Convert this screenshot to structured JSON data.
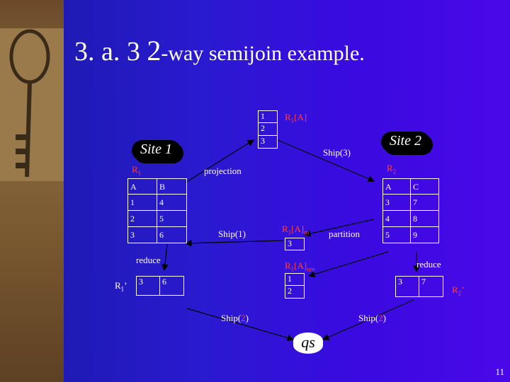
{
  "title": {
    "prefix": "3. a. 3 ",
    "big": "2",
    "rest": "-way semijoin example."
  },
  "site1": "Site 1",
  "site2": "Site 2",
  "r1_label": "R1",
  "r2_label": "R2",
  "r1_prime": "R1’",
  "r2_prime": "R2’",
  "projection_label": "projection",
  "partition_label": "partition",
  "reduce_left": "reduce",
  "reduce_right": "reduce",
  "r1a_label": "R1[A]",
  "r1am_label": "R1[A]m",
  "r1anm_label": "R1[A]nm",
  "ship3": "Ship(3)",
  "ship1": "Ship(1)",
  "ship2_left": "Ship(2)",
  "ship2_right": "Ship(2)",
  "qs": "qs",
  "page_number": "11",
  "r1_table": {
    "headers": [
      "A",
      "B"
    ],
    "rows": [
      [
        "1",
        "4"
      ],
      [
        "2",
        "5"
      ],
      [
        "3",
        "6"
      ]
    ]
  },
  "r2_table": {
    "headers": [
      "A",
      "C"
    ],
    "rows": [
      [
        "3",
        "7"
      ],
      [
        "4",
        "8"
      ],
      [
        "5",
        "9"
      ]
    ]
  },
  "r1a_values": [
    "1",
    "2",
    "3"
  ],
  "r1am_values": [
    "3"
  ],
  "r1anm_values": [
    "1",
    "2"
  ],
  "r1_prime_row": [
    "3",
    "6"
  ],
  "r2_prime_row": [
    "3",
    "7"
  ]
}
